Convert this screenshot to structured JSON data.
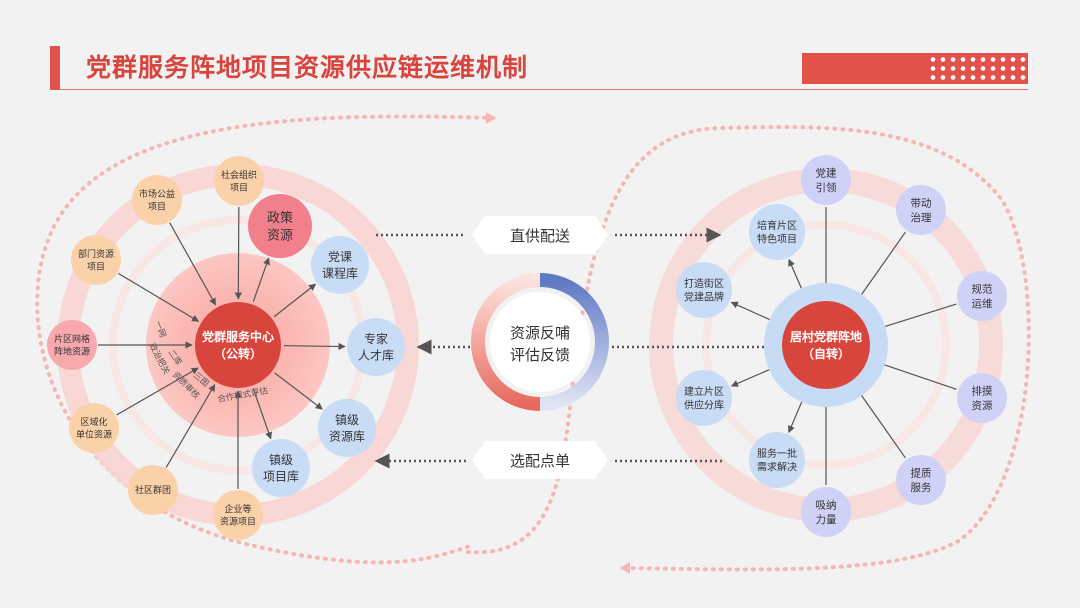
{
  "title": "党群服务阵地项目资源供应链运维机制",
  "colors": {
    "accent": "#e2524a",
    "light_red": "#f7b3b0",
    "pink": "#f48fa0",
    "orange": "#fbd1aa",
    "blue": "#c9dcf6",
    "purple": "#cfd1f7",
    "white": "#ffffff"
  },
  "left": {
    "center": [
      "党群服务中心",
      "（公转）"
    ],
    "ring_labels": [
      "一网",
      "二库",
      "三图",
      "政治把关",
      "资质审核",
      "合作模式评估"
    ],
    "outer_nodes": [
      {
        "name": "market-public",
        "label": [
          "市场公益",
          "项目"
        ]
      },
      {
        "name": "social-org",
        "label": [
          "社会组织",
          "项目"
        ]
      },
      {
        "name": "dept-resource",
        "label": [
          "部门资源",
          "项目"
        ]
      },
      {
        "name": "grid-resource",
        "label": [
          "片区网格",
          "阵地资源"
        ]
      },
      {
        "name": "regional-unit",
        "label": [
          "区域化",
          "单位资源"
        ]
      },
      {
        "name": "community-group",
        "label": [
          "社区群团"
        ]
      },
      {
        "name": "enterprise",
        "label": [
          "企业等",
          "资源项目"
        ]
      }
    ],
    "inner_nodes": [
      {
        "name": "policy",
        "label": [
          "政策",
          "资源"
        ]
      },
      {
        "name": "party-course",
        "label": [
          "党课",
          "课程库"
        ]
      },
      {
        "name": "expert",
        "label": [
          "专家",
          "人才库"
        ]
      },
      {
        "name": "town-resource",
        "label": [
          "镇级",
          "资源库"
        ]
      },
      {
        "name": "town-project",
        "label": [
          "镇级",
          "项目库"
        ]
      }
    ]
  },
  "middle": {
    "top_label": "直供配送",
    "center": [
      "资源反哺",
      "评估反馈"
    ],
    "bottom_label": "选配点单"
  },
  "right": {
    "center": [
      "居村党群阵地",
      "（自转）"
    ],
    "inner_nodes": [
      {
        "name": "cultivate-brand",
        "label": [
          "培育片区",
          "特色项目"
        ]
      },
      {
        "name": "street-brand",
        "label": [
          "打造街区",
          "党建品牌"
        ]
      },
      {
        "name": "supply-branch",
        "label": [
          "建立片区",
          "供应分库"
        ]
      },
      {
        "name": "service-batch",
        "label": [
          "服务一批",
          "需求解决"
        ]
      }
    ],
    "outer_nodes": [
      {
        "name": "party-lead",
        "label": [
          "党建",
          "引领"
        ]
      },
      {
        "name": "drive-governance",
        "label": [
          "带动",
          "治理"
        ]
      },
      {
        "name": "standard-ops",
        "label": [
          "规范",
          "运维"
        ]
      },
      {
        "name": "survey-resource",
        "label": [
          "排摸",
          "资源"
        ]
      },
      {
        "name": "improve-service",
        "label": [
          "提质",
          "服务"
        ]
      },
      {
        "name": "attract-force",
        "label": [
          "吸纳",
          "力量"
        ]
      }
    ]
  }
}
